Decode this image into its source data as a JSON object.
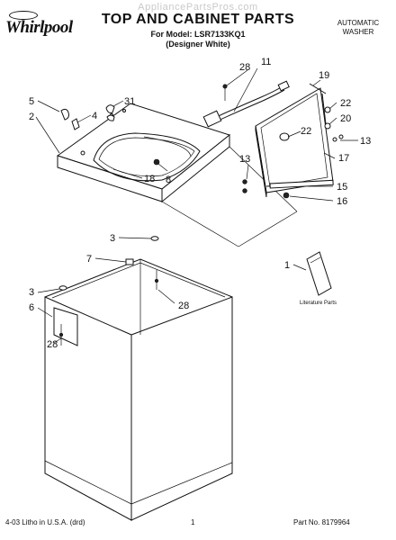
{
  "watermark": "AppliancePartsPros.com",
  "header": {
    "brand": "Whirlpool",
    "title": "TOP AND CABINET PARTS",
    "model_line": "For Model: LSR7133KQ1",
    "color_line": "(Designer White)",
    "product_type": [
      "AUTOMATIC",
      "WASHER"
    ]
  },
  "callouts": [
    "1",
    "2",
    "3",
    "3",
    "4",
    "5",
    "6",
    "7",
    "8",
    "11",
    "13",
    "13",
    "15",
    "16",
    "17",
    "18",
    "19",
    "20",
    "22",
    "22",
    "28",
    "28",
    "28",
    "31"
  ],
  "literature_label": "Literature Parts",
  "footer": {
    "left": "4-03 Litho in U.S.A. (drd)",
    "center": "1",
    "right": "Part No. 8179964"
  }
}
